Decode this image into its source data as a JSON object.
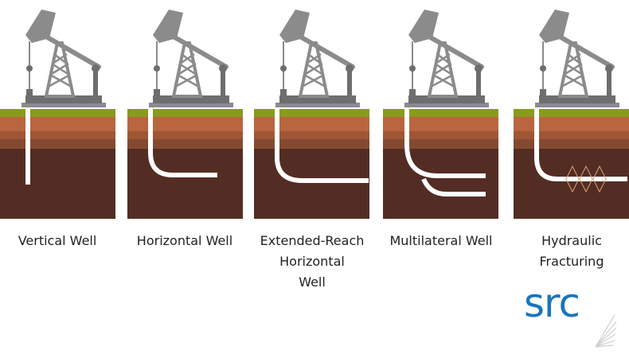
{
  "colors": {
    "grass": "#8a9a1d",
    "layer1": "#b9653f",
    "layer2": "#9f5635",
    "layer3": "#844a31",
    "deep": "#532d23",
    "pipe": "#ffffff",
    "rig": "#8b8b8b",
    "rig_dark": "#6e6e6e",
    "frac": "#d9a07a",
    "brand": "#1b75bc"
  },
  "icons": [
    "pumpjack-icon",
    "fan-icon"
  ],
  "wells": [
    {
      "id": "vertical",
      "label_lines": [
        "Vertical Well"
      ]
    },
    {
      "id": "horizontal",
      "label_lines": [
        "Horizontal Well"
      ]
    },
    {
      "id": "extended-reach",
      "label_lines": [
        "Extended-Reach",
        "Horizontal",
        "Well"
      ]
    },
    {
      "id": "multilateral",
      "label_lines": [
        "Multilateral Well"
      ]
    },
    {
      "id": "hydraulic",
      "label_lines": [
        "Hydraulic",
        "Fracturing"
      ]
    }
  ],
  "logo": {
    "text": "src"
  }
}
